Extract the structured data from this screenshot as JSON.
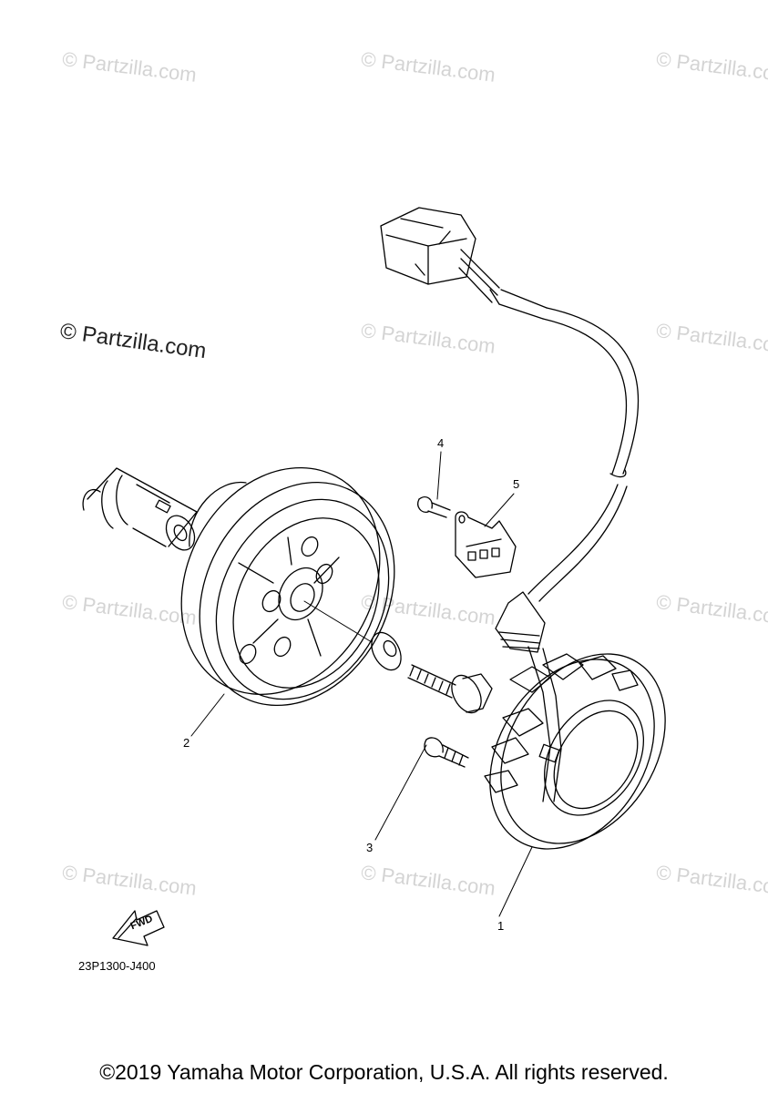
{
  "watermark_text": "© Partzilla.com",
  "callouts": {
    "part_1": "1",
    "part_2": "2",
    "part_3": "3",
    "part_4": "4",
    "part_5": "5"
  },
  "fwd_label": "FWD",
  "diagram_code": "23P1300-J400",
  "copyright": "©2019 Yamaha Motor Corporation, U.S.A. All rights reserved.",
  "colors": {
    "line": "#000000",
    "watermark": "#d4d4d4",
    "background": "#ffffff"
  }
}
